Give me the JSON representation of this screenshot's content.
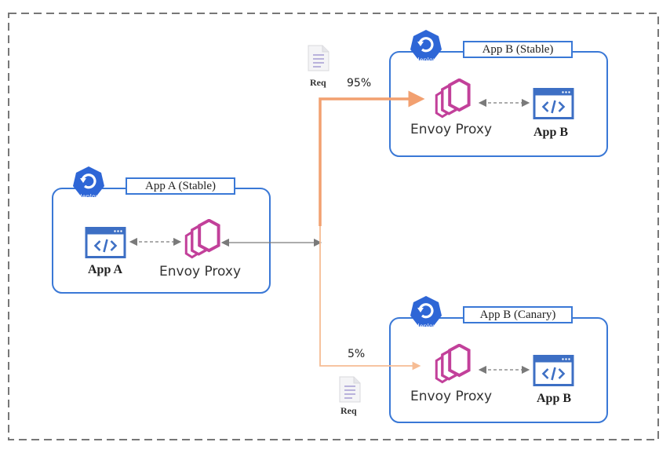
{
  "groups": {
    "app_a": {
      "title": "App A (Stable)",
      "proxy_label": "Envoy Proxy",
      "app_label": "App A",
      "badge": "deploy"
    },
    "app_b_stable": {
      "title": "App B (Stable)",
      "proxy_label": "Envoy Proxy",
      "app_label": "App  B",
      "badge": "deploy"
    },
    "app_b_canary": {
      "title": "App B (Canary)",
      "proxy_label": "Envoy Proxy",
      "app_label": "App B",
      "badge": "deploy"
    }
  },
  "traffic": {
    "stable_pct": "95%",
    "canary_pct": "5%",
    "req_top": "Req",
    "req_bottom": "Req"
  },
  "colors": {
    "border": "#3a78d6",
    "envoy": "#c2409a",
    "app_window": "#3d6fc4",
    "route_stable": "#f2a070",
    "route_canary": "#f6bc94",
    "connector": "#7a7a7a",
    "frame": "#777777"
  },
  "icons": {
    "badge": "kubernetes-deploy-icon",
    "proxy": "envoy-proxy-icon",
    "app": "code-window-icon",
    "request": "document-icon"
  }
}
